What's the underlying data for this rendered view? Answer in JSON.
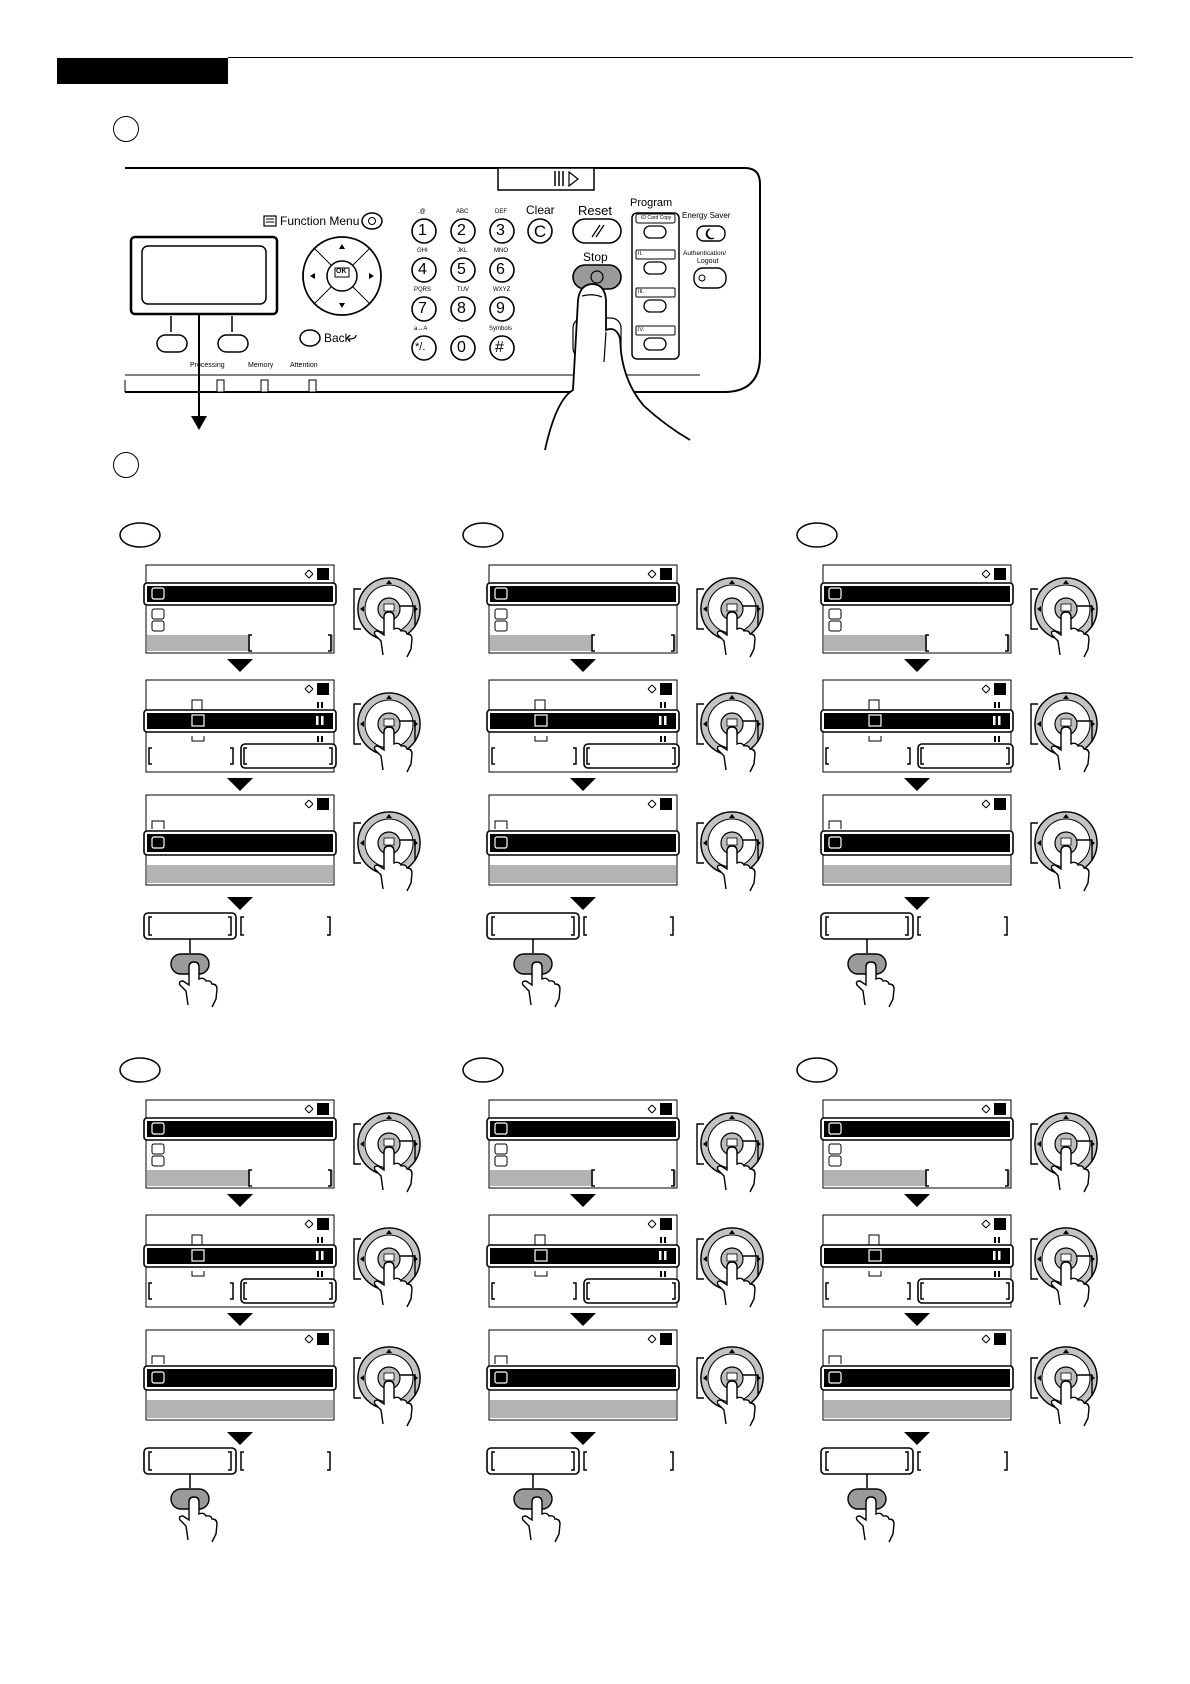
{
  "panel": {
    "function_menu_label": "Function Menu",
    "back_label": "Back",
    "clear_label": "Clear",
    "reset_label": "Reset",
    "stop_label": "Stop",
    "program_label": "Program",
    "energy_saver_label": "Energy Saver",
    "auth_label_line1": "Authentication/",
    "auth_label_line2": "Logout",
    "id_card_copy_label": "ID Card Copy",
    "program_slots": [
      "II.",
      "III.",
      "IV."
    ],
    "indicators": [
      "Processing",
      "Memory",
      "Attention"
    ],
    "keys": [
      {
        "digit": "1",
        "letters": ".@"
      },
      {
        "digit": "2",
        "letters": "ABC"
      },
      {
        "digit": "3",
        "letters": "DEF"
      },
      {
        "digit": "4",
        "letters": "GHI"
      },
      {
        "digit": "5",
        "letters": "JKL"
      },
      {
        "digit": "6",
        "letters": "MNO"
      },
      {
        "digit": "7",
        "letters": "PQRS"
      },
      {
        "digit": "8",
        "letters": "TUV"
      },
      {
        "digit": "9",
        "letters": "WXYZ"
      },
      {
        "digit": "*/.",
        "letters": "a↔A"
      },
      {
        "digit": "0",
        "letters": "· ·"
      },
      {
        "digit": "#",
        "letters": "Symbols"
      }
    ],
    "ok_label": "OK"
  },
  "colors": {
    "ink": "#000000",
    "highlight_row": "#000000",
    "gray_bar": "#b3b3b3",
    "button_fill": "#9a9a9a"
  },
  "icons": [
    "finger-press-icon",
    "down-arrow-icon",
    "cross-key-icon",
    "ok-badge-icon"
  ]
}
